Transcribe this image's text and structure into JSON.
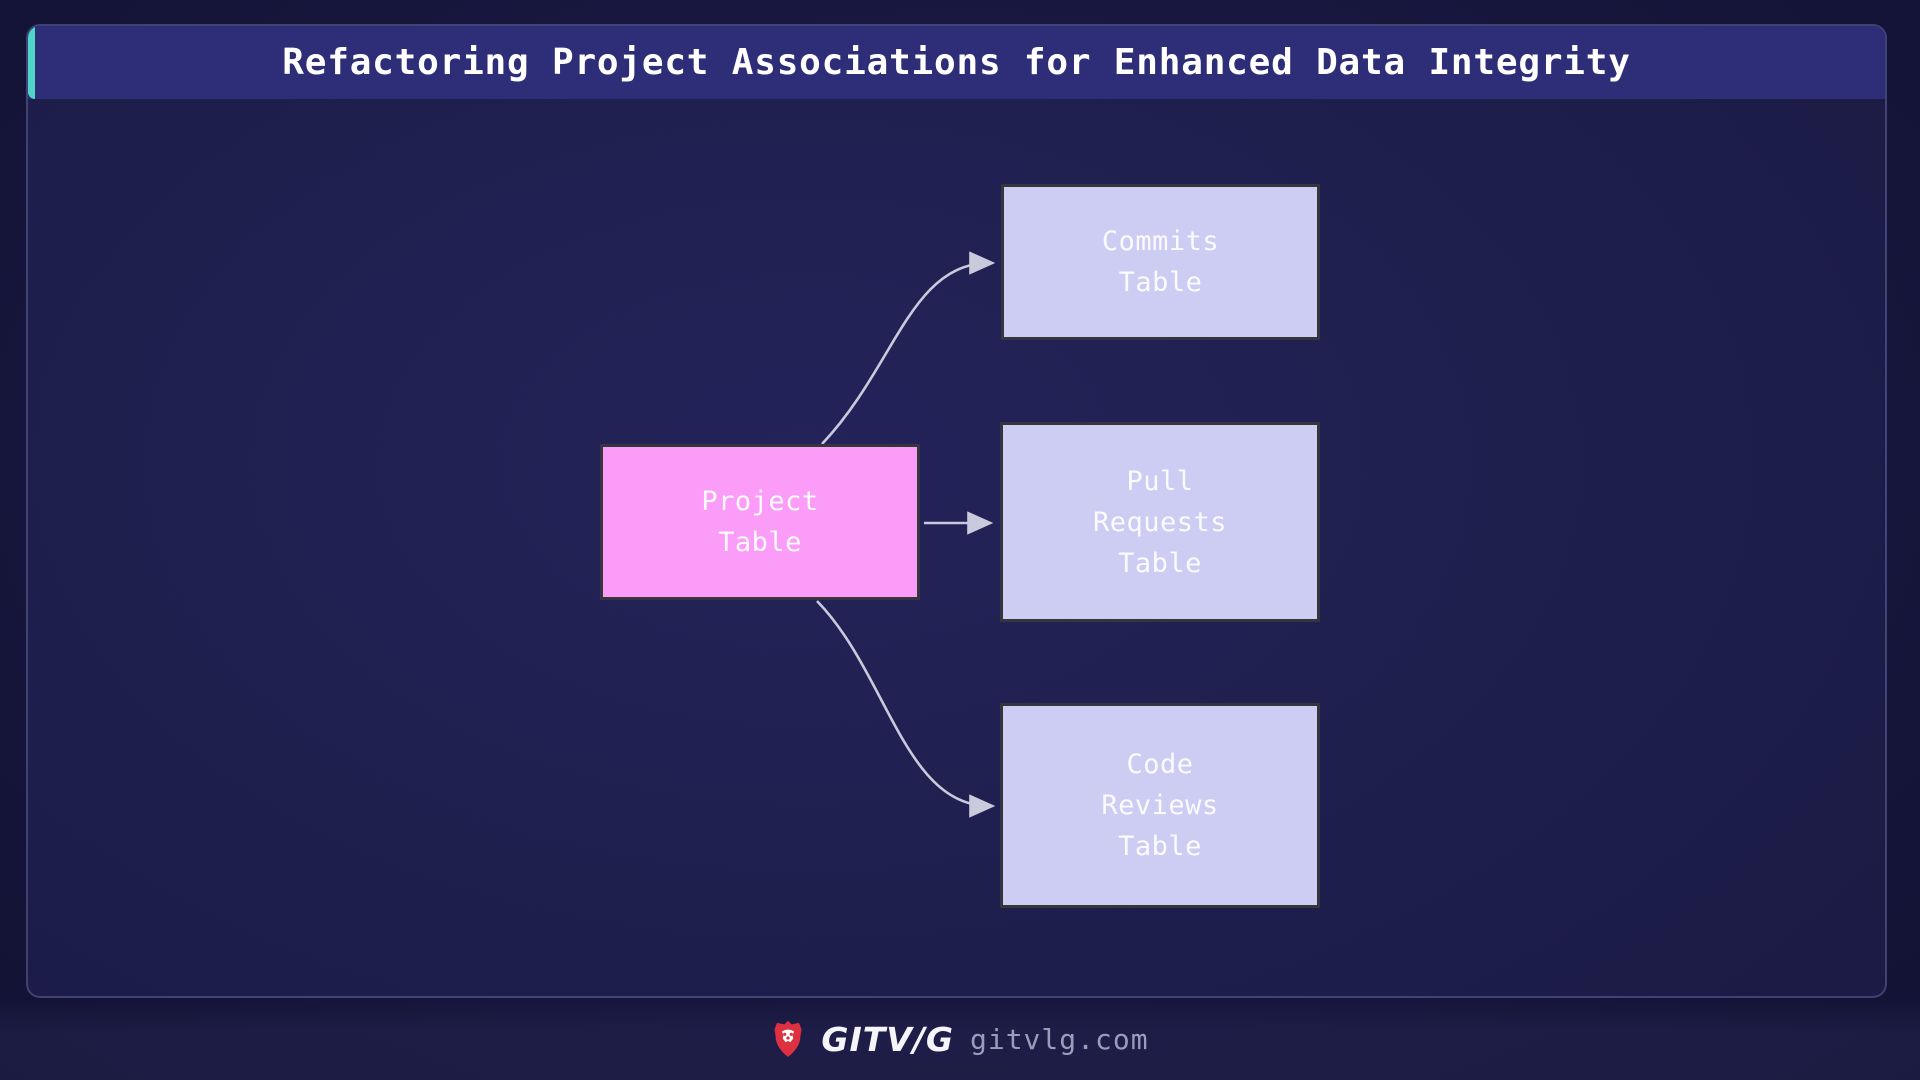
{
  "header": {
    "title": "Refactoring Project Associations for Enhanced Data Integrity"
  },
  "diagram": {
    "nodes": [
      {
        "id": "project-table",
        "lines": [
          "Project",
          "Table"
        ],
        "fill": "#fb9cf8",
        "role": "source"
      },
      {
        "id": "commits-table",
        "lines": [
          "Commits",
          "Table"
        ],
        "fill": "#cdccf2",
        "role": "target"
      },
      {
        "id": "pull-requests-table",
        "lines": [
          "Pull",
          "Requests",
          "Table"
        ],
        "fill": "#cdccf2",
        "role": "target"
      },
      {
        "id": "code-reviews-table",
        "lines": [
          "Code",
          "Reviews",
          "Table"
        ],
        "fill": "#cdccf2",
        "role": "target"
      }
    ],
    "edges": [
      {
        "from": "project-table",
        "to": "commits-table"
      },
      {
        "from": "project-table",
        "to": "pull-requests-table"
      },
      {
        "from": "project-table",
        "to": "code-reviews-table"
      }
    ]
  },
  "footer": {
    "brand": "GITV/G",
    "domain": "gitvlg.com",
    "logo": "lion-icon"
  },
  "colors": {
    "accent_teal": "#4fd4c9",
    "titlebar_indigo": "#2d2d78",
    "panel_navy": "#1f1f4e",
    "page_navy": "#14143a",
    "node_pink": "#fb9cf8",
    "node_lavender": "#cdccf2",
    "node_border": "#35353e",
    "arrow_gray": "#c9cadb",
    "lion_red": "#dd3040",
    "domain_text": "#9b9bbc"
  }
}
